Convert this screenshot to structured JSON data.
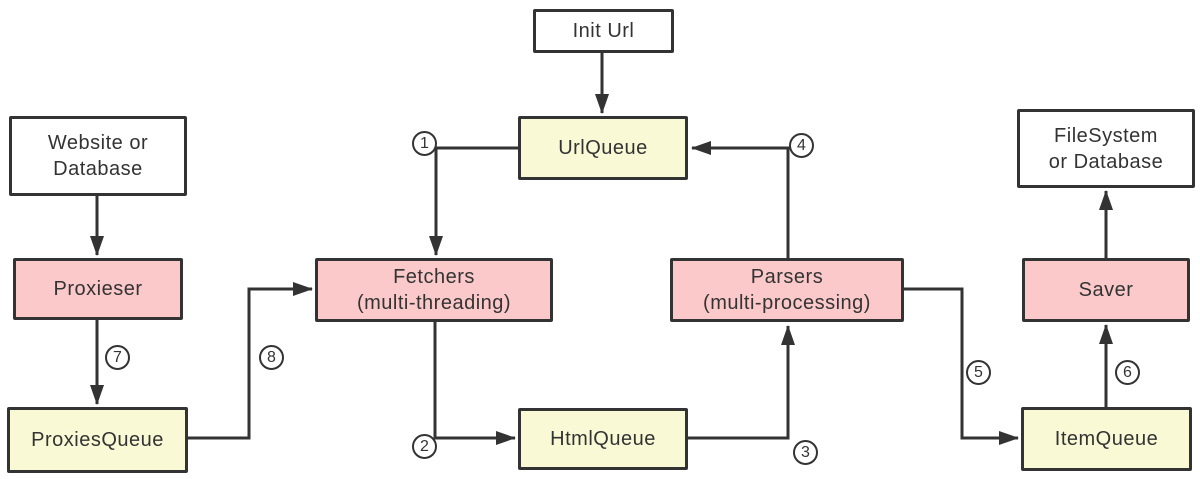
{
  "diagram": {
    "nodes": {
      "init_url": "Init Url",
      "website_db": "Website or\nDatabase",
      "url_queue": "UrlQueue",
      "filesystem_db": "FileSystem\nor Database",
      "proxieser": "Proxieser",
      "fetchers": "Fetchers\n(multi-threading)",
      "parsers": "Parsers\n(multi-processing)",
      "saver": "Saver",
      "proxies_queue": "ProxiesQueue",
      "html_queue": "HtmlQueue",
      "item_queue": "ItemQueue"
    },
    "steps": [
      "1",
      "2",
      "3",
      "4",
      "5",
      "6",
      "7",
      "8"
    ],
    "colors": {
      "queue_fill": "#faf9d6",
      "worker_fill": "#fcc9ca",
      "storage_fill": "#ffffff",
      "line": "#333333"
    }
  }
}
